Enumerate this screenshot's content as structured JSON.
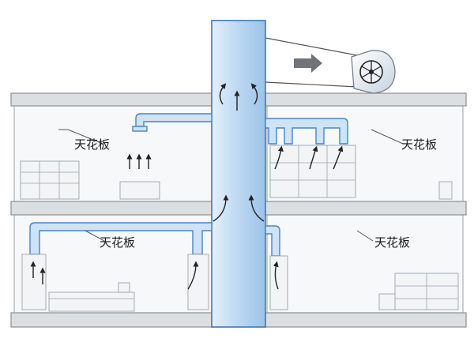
{
  "labels": {
    "ceiling_upper_left": "天花板",
    "ceiling_upper_right": "天花板",
    "ceiling_lower_left": "天花板",
    "ceiling_lower_right": "天花板"
  },
  "colors": {
    "duct_fill": "#cfe3f7",
    "duct_stroke": "#4a84c0",
    "shaft_light": "#e4f0fb",
    "shaft_dark": "#9cc3ea",
    "slab": "#dcdfe2",
    "arrow": "#222222"
  },
  "icons": {
    "fan": "exhaust-fan-icon",
    "flow": "right-arrow-icon"
  }
}
